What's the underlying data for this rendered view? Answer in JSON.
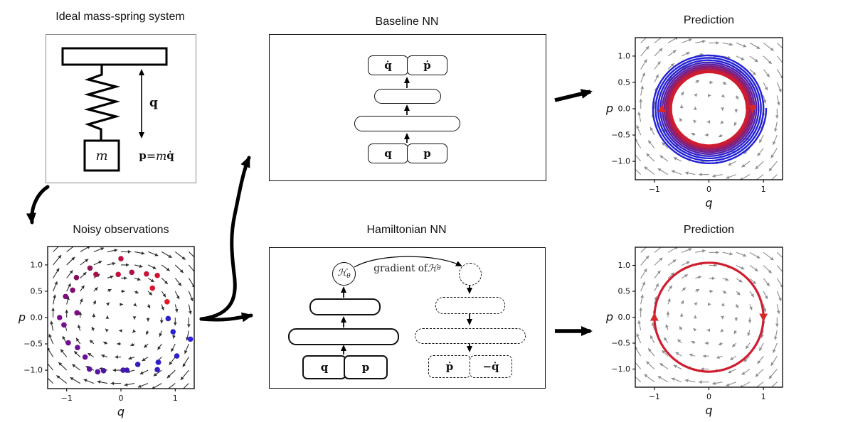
{
  "panels": {
    "mass_spring": {
      "title": "Ideal mass-spring system",
      "mass_label": "m",
      "coordinate_label": "q",
      "formula": {
        "lhs": "p",
        "eq": " = ",
        "mass": "m",
        "qdot": "q̇"
      }
    },
    "noisy": {
      "title": "Noisy observations"
    },
    "baseline": {
      "title": "Baseline NN",
      "inputs": [
        "q",
        "p"
      ],
      "outputs": [
        "q̇",
        "ṗ"
      ]
    },
    "hnn": {
      "title": "Hamiltonian NN",
      "inputs": [
        "q",
        "p"
      ],
      "hamiltonian_symbol": "ℋ",
      "hamiltonian_sub": "θ",
      "gradient_text": "gradient of ",
      "outputs": [
        "ṗ",
        "−q̇"
      ]
    },
    "pred_baseline": {
      "title": "Prediction"
    },
    "pred_hnn": {
      "title": "Prediction"
    }
  },
  "colors": {
    "trajectory_red": "#d01c2e",
    "trajectory_blue": "#2220d6",
    "quiver_dark": "#2e2e2e",
    "quiver_gray": "#8d8d8d",
    "marker_red": "#d62828"
  },
  "chart_data": [
    {
      "id": "noisy-plot",
      "type": "scatter",
      "title": "Noisy observations",
      "xlabel": "q",
      "ylabel": "p",
      "xlim": [
        -1.35,
        1.35
      ],
      "ylim": [
        -1.35,
        1.35
      ],
      "xticks": [
        {
          "v": -1,
          "label": "−1"
        },
        {
          "v": 0,
          "label": "0"
        },
        {
          "v": 1,
          "label": "1"
        }
      ],
      "yticks": [
        {
          "v": 1.0,
          "label": "1.0"
        },
        {
          "v": 0.5,
          "label": "0.5"
        },
        {
          "v": 0.0,
          "label": "0.0"
        },
        {
          "v": -0.5,
          "label": "−0.5"
        },
        {
          "v": -1.0,
          "label": "−1.0"
        }
      ],
      "grid": false,
      "vector_field": {
        "equation": "(dq,dp) = (p, −q)",
        "grid_min": -1.25,
        "grid_max": 1.25,
        "grid_step": 0.25,
        "color": "#2e2e2e"
      },
      "points": [
        {
          "q": 0.0,
          "p": 1.12,
          "color": "#b5123f"
        },
        {
          "q": -0.57,
          "p": 0.94,
          "color": "#8f1157"
        },
        {
          "q": -0.46,
          "p": 0.82,
          "color": "#a81246"
        },
        {
          "q": -0.05,
          "p": 0.82,
          "color": "#c21236"
        },
        {
          "q": 0.2,
          "p": 0.86,
          "color": "#ad1243"
        },
        {
          "q": 0.47,
          "p": 0.83,
          "color": "#c81333"
        },
        {
          "q": 0.67,
          "p": 0.8,
          "color": "#d01430"
        },
        {
          "q": 0.58,
          "p": 0.56,
          "color": "#da152b"
        },
        {
          "q": 0.85,
          "p": 0.3,
          "color": "#e41623"
        },
        {
          "q": 0.87,
          "p": -0.02,
          "color": "#2a1fd0"
        },
        {
          "q": 0.96,
          "p": -0.27,
          "color": "#2b20d2"
        },
        {
          "q": 1.28,
          "p": -0.41,
          "color": "#2e23d6"
        },
        {
          "q": 1.03,
          "p": -0.73,
          "color": "#2c1fce"
        },
        {
          "q": 0.69,
          "p": -0.85,
          "color": "#2e1ec8"
        },
        {
          "q": 0.67,
          "p": -0.99,
          "color": "#321cc2"
        },
        {
          "q": 0.31,
          "p": -0.89,
          "color": "#381bba"
        },
        {
          "q": 0.11,
          "p": -1.0,
          "color": "#3e19b2"
        },
        {
          "q": 0.04,
          "p": -1.0,
          "color": "#4517aa"
        },
        {
          "q": -0.32,
          "p": -1.01,
          "color": "#4d15a5"
        },
        {
          "q": -0.43,
          "p": -1.03,
          "color": "#5513a2"
        },
        {
          "q": -0.58,
          "p": -0.98,
          "color": "#5d119e"
        },
        {
          "q": -0.66,
          "p": -0.75,
          "color": "#650f9a"
        },
        {
          "q": -0.8,
          "p": -0.57,
          "color": "#6c0e96"
        },
        {
          "q": -0.97,
          "p": -0.48,
          "color": "#720d92"
        },
        {
          "q": -1.05,
          "p": -0.14,
          "color": "#770c8e"
        },
        {
          "q": -1.13,
          "p": 0.0,
          "color": "#7b0b8a"
        },
        {
          "q": -0.81,
          "p": 0.09,
          "color": "#7e0b86"
        },
        {
          "q": -1.02,
          "p": 0.4,
          "color": "#800b80"
        },
        {
          "q": -0.89,
          "p": 0.52,
          "color": "#810c74"
        },
        {
          "q": -0.82,
          "p": 0.76,
          "color": "#840e62"
        }
      ]
    },
    {
      "id": "pred-baseline-plot",
      "type": "line",
      "title": "Prediction",
      "xlabel": "q",
      "ylabel": "p",
      "xlim": [
        -1.35,
        1.35
      ],
      "ylim": [
        -1.35,
        1.35
      ],
      "xticks": [
        {
          "v": -1,
          "label": "−1"
        },
        {
          "v": 0,
          "label": "0"
        },
        {
          "v": 1,
          "label": "1"
        }
      ],
      "yticks": [
        {
          "v": 1.0,
          "label": "1.0"
        },
        {
          "v": 0.5,
          "label": "0.5"
        },
        {
          "v": 0.0,
          "label": "0.0"
        },
        {
          "v": -0.5,
          "label": "−0.5"
        },
        {
          "v": -1.0,
          "label": "−1.0"
        }
      ],
      "grid": false,
      "vector_field": {
        "equation": "(dq,dp) = (p, −q)",
        "grid_min": -1.25,
        "grid_max": 1.25,
        "grid_step": 0.25,
        "color": "#8d8d8d"
      },
      "trajectory": {
        "kind": "spiral",
        "r_start": 0.69,
        "r_end": 1.05,
        "turns": 12,
        "width": 2.4,
        "color_start": "#d01c2e",
        "color_end": "#2220d6",
        "note": "baseline NN prediction spirals outward, red (early) to blue (late)"
      },
      "markers": [
        {
          "q": -0.86,
          "p": 0.0,
          "shape": "triangle-up",
          "color": "#d62828"
        },
        {
          "q": 0.8,
          "p": 0.0,
          "shape": "triangle-down",
          "color": "#d62828"
        }
      ]
    },
    {
      "id": "pred-hnn-plot",
      "type": "line",
      "title": "Prediction",
      "xlabel": "q",
      "ylabel": "p",
      "xlim": [
        -1.35,
        1.35
      ],
      "ylim": [
        -1.35,
        1.35
      ],
      "xticks": [
        {
          "v": -1,
          "label": "−1"
        },
        {
          "v": 0,
          "label": "0"
        },
        {
          "v": 1,
          "label": "1"
        }
      ],
      "yticks": [
        {
          "v": 1.0,
          "label": "1.0"
        },
        {
          "v": 0.5,
          "label": "0.5"
        },
        {
          "v": 0.0,
          "label": "0.0"
        },
        {
          "v": -0.5,
          "label": "−0.5"
        },
        {
          "v": -1.0,
          "label": "−1.0"
        }
      ],
      "grid": false,
      "vector_field": {
        "equation": "(dq,dp) = (p, −q)",
        "grid_min": -1.25,
        "grid_max": 1.25,
        "grid_step": 0.25,
        "color": "#8d8d8d"
      },
      "trajectory": {
        "kind": "circle",
        "radius": 1.0,
        "width": 3.2,
        "color": "#d01c2e",
        "note": "Hamiltonian NN prediction stays on the unit circle"
      },
      "markers": [
        {
          "q": -1.0,
          "p": 0.0,
          "shape": "triangle-up",
          "color": "#d62828"
        },
        {
          "q": 1.0,
          "p": 0.0,
          "shape": "triangle-down",
          "color": "#d62828"
        }
      ]
    }
  ]
}
